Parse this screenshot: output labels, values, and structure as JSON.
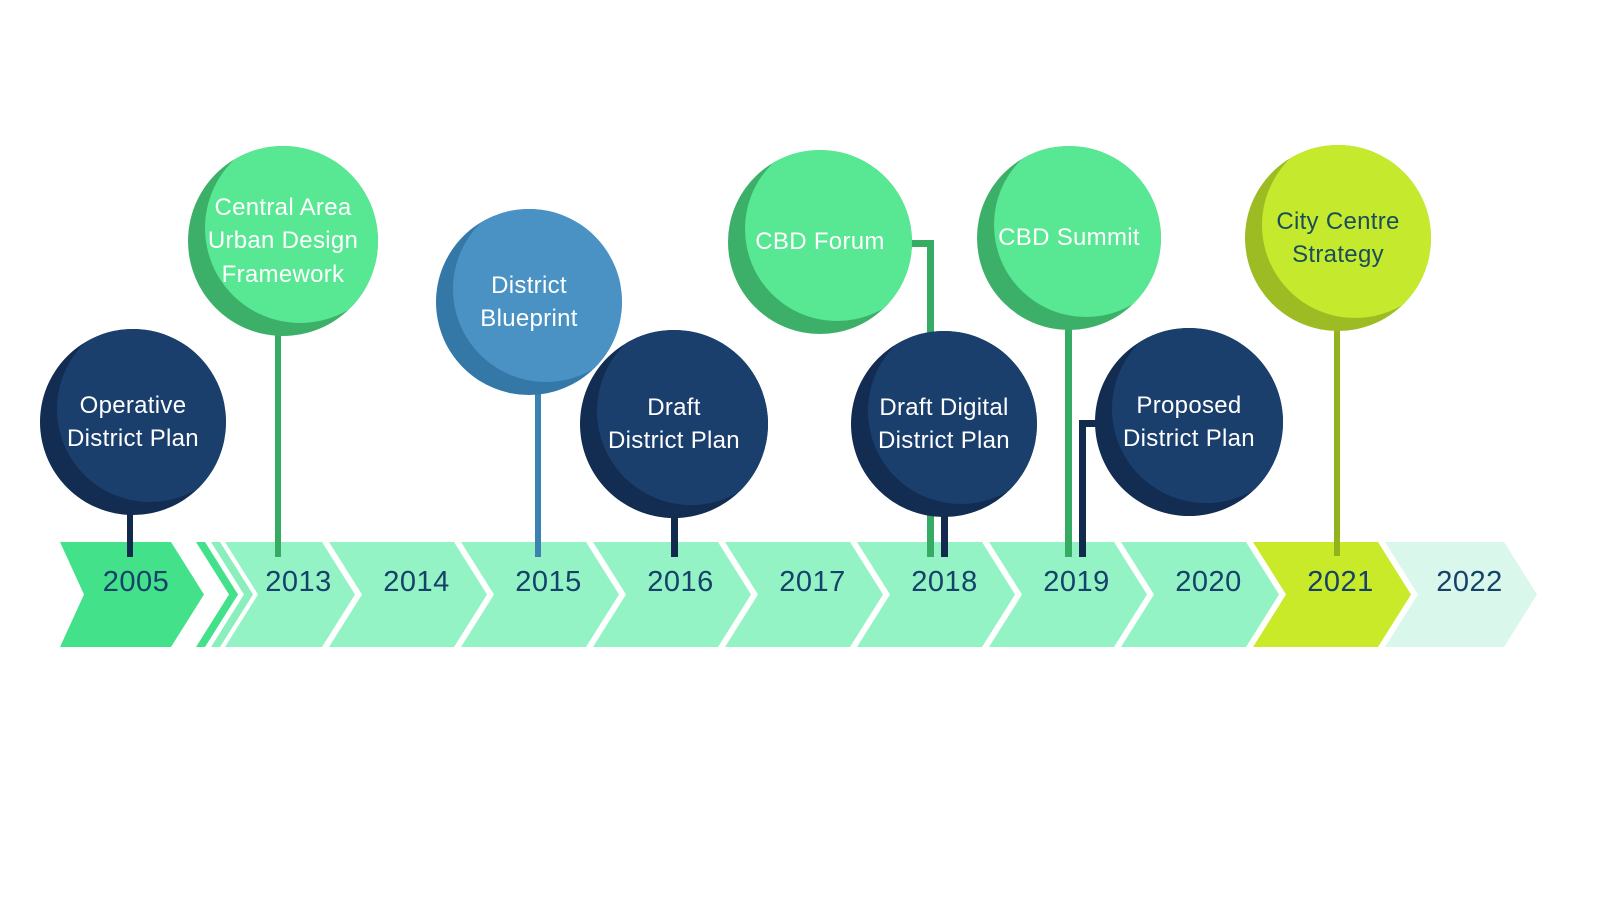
{
  "timeline": {
    "band_text_color": "#15416b",
    "years": [
      {
        "label": "2005",
        "fill": "#43e189"
      },
      {
        "label": "2013",
        "fill": "#93f3c4"
      },
      {
        "label": "2014",
        "fill": "#93f3c4"
      },
      {
        "label": "2015",
        "fill": "#93f3c4"
      },
      {
        "label": "2016",
        "fill": "#93f3c4"
      },
      {
        "label": "2017",
        "fill": "#93f3c4"
      },
      {
        "label": "2018",
        "fill": "#93f3c4"
      },
      {
        "label": "2019",
        "fill": "#93f3c4"
      },
      {
        "label": "2020",
        "fill": "#93f3c4"
      },
      {
        "label": "2021",
        "fill": "#c8ea28"
      },
      {
        "label": "2022",
        "fill": "#d9f7ea"
      }
    ],
    "gap_slivers": [
      {
        "fill": "#43e189"
      },
      {
        "fill": "#8aeebd"
      }
    ]
  },
  "events": [
    {
      "id": "operative-district-plan",
      "year": "2005",
      "lines": [
        "Operative",
        "District Plan"
      ],
      "fill": "#1b3f6d",
      "shade": "#122c52",
      "text_color": "#ffffff",
      "stem_color": "#112a4e"
    },
    {
      "id": "central-area-urban-design-framework",
      "year": "2013",
      "lines": [
        "Central Area",
        "Urban Design",
        "Framework"
      ],
      "fill": "#58e792",
      "shade": "#3cb069",
      "text_color": "#ffffff",
      "stem_color": "#35ab64"
    },
    {
      "id": "district-blueprint",
      "year": "2015",
      "lines": [
        "District",
        "Blueprint"
      ],
      "fill": "#4a92c4",
      "shade": "#3478a8",
      "text_color": "#ffffff",
      "stem_color": "#3c82b0"
    },
    {
      "id": "draft-district-plan",
      "year": "2016",
      "lines": [
        "Draft",
        "District Plan"
      ],
      "fill": "#1b3f6d",
      "shade": "#122c52",
      "text_color": "#ffffff",
      "stem_color": "#112a4e"
    },
    {
      "id": "cbd-forum",
      "year": "2018",
      "lines": [
        "CBD Forum"
      ],
      "fill": "#58e792",
      "shade": "#3cb069",
      "text_color": "#ffffff",
      "stem_color": "#35ab64"
    },
    {
      "id": "draft-digital-district-plan",
      "year": "2018",
      "lines": [
        "Draft Digital",
        "District Plan"
      ],
      "fill": "#1b3f6d",
      "shade": "#122c52",
      "text_color": "#ffffff",
      "stem_color": "#112a4e"
    },
    {
      "id": "cbd-summit",
      "year": "2019",
      "lines": [
        "CBD Summit"
      ],
      "fill": "#58e792",
      "shade": "#3cb069",
      "text_color": "#ffffff",
      "stem_color": "#35ab64"
    },
    {
      "id": "proposed-district-plan",
      "year": "2019",
      "lines": [
        "Proposed",
        "District Plan"
      ],
      "fill": "#1b3f6d",
      "shade": "#122c52",
      "text_color": "#ffffff",
      "stem_color": "#112a4e"
    },
    {
      "id": "city-centre-strategy",
      "year": "2021",
      "lines": [
        "City Centre",
        "Strategy"
      ],
      "fill": "#c5e92d",
      "shade": "#9dbb23",
      "text_color": "#1a4d5c",
      "stem_color": "#93b31d"
    }
  ]
}
